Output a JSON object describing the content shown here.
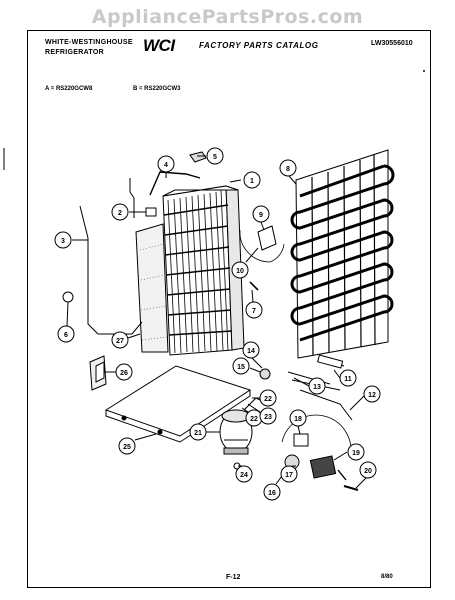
{
  "watermark": "AppliancePartsPros.com",
  "header": {
    "brand_line1": "WHITE-WESTINGHOUSE",
    "brand_line2": "REFRIGERATOR",
    "logo": "WCI",
    "catalog_title": "FACTORY PARTS CATALOG",
    "doc_number": "LW30556010"
  },
  "models": {
    "a": "A = RS220GCW8",
    "b": "B = RS220GCW3"
  },
  "footer": {
    "page": "F-12",
    "date_code": "8/80"
  },
  "callouts": [
    "1",
    "2",
    "3",
    "4",
    "5",
    "6",
    "7",
    "8",
    "9",
    "10",
    "11",
    "12",
    "13",
    "14",
    "15",
    "16",
    "17",
    "18",
    "19",
    "20",
    "21",
    "22",
    "22",
    "23",
    "24",
    "25",
    "26",
    "27"
  ]
}
